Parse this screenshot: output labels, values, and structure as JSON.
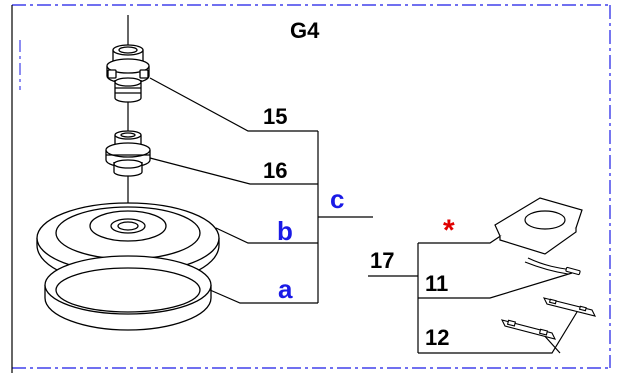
{
  "title": "G4",
  "labels": {
    "part_15": "15",
    "part_16": "16",
    "sub_b": "b",
    "sub_a": "a",
    "group_c": "c",
    "part_17": "17",
    "part_11": "11",
    "part_12": "12",
    "asterisk": "*"
  },
  "colors": {
    "line": "#000000",
    "accent_blue": "#1a1ae6",
    "asterisk_red": "#e00000",
    "frame_blue": "#1a1ae6"
  }
}
